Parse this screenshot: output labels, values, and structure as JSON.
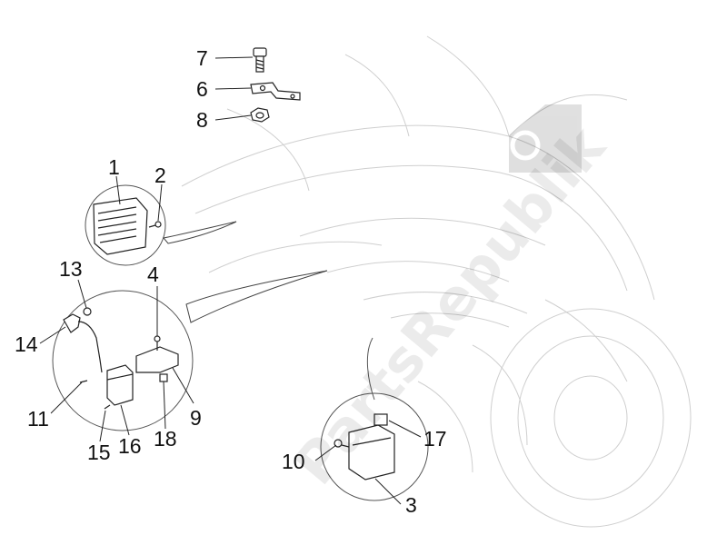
{
  "watermark": {
    "text": "PartsRepublik"
  },
  "callouts": [
    {
      "id": "1",
      "label": "1"
    },
    {
      "id": "2",
      "label": "2"
    },
    {
      "id": "3",
      "label": "3"
    },
    {
      "id": "4",
      "label": "4"
    },
    {
      "id": "6",
      "label": "6"
    },
    {
      "id": "7",
      "label": "7"
    },
    {
      "id": "8",
      "label": "8"
    },
    {
      "id": "9",
      "label": "9"
    },
    {
      "id": "10",
      "label": "10"
    },
    {
      "id": "11",
      "label": "11"
    },
    {
      "id": "13",
      "label": "13"
    },
    {
      "id": "14",
      "label": "14"
    },
    {
      "id": "15",
      "label": "15"
    },
    {
      "id": "16",
      "label": "16"
    },
    {
      "id": "17",
      "label": "17"
    },
    {
      "id": "18",
      "label": "18"
    }
  ],
  "colors": {
    "line": "#222222",
    "ghost": "#c8c8c8",
    "watermark": "#000000"
  }
}
